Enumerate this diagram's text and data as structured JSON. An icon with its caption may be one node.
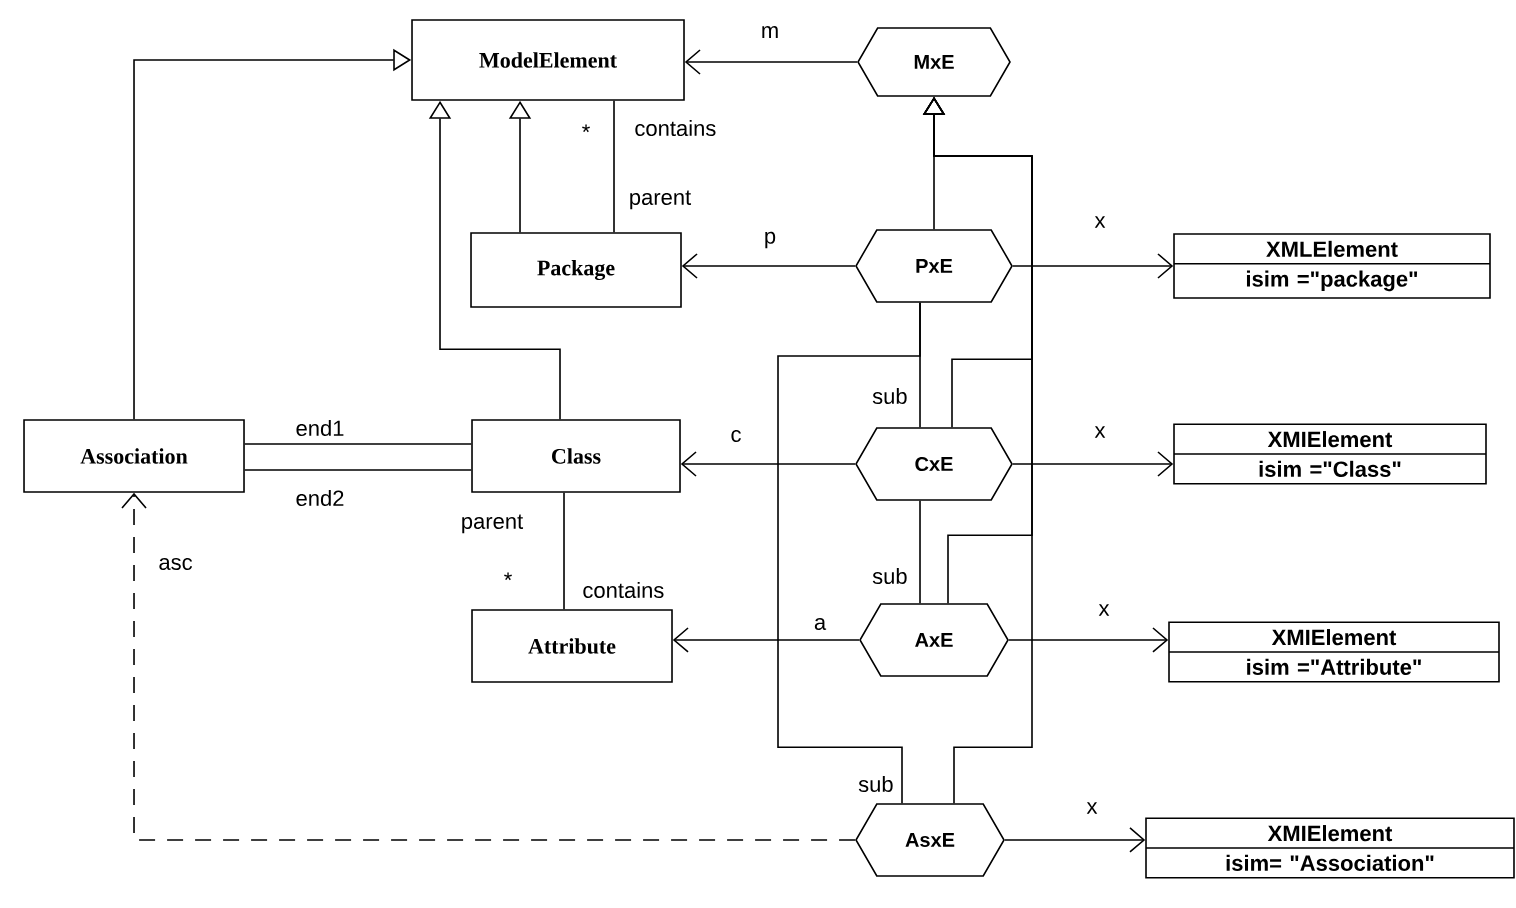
{
  "diagram": {
    "nodes": [
      {
        "text": [
          "ModelElement"
        ]
      },
      {
        "text": [
          "Package"
        ]
      },
      {
        "text": [
          "Association"
        ]
      },
      {
        "text": [
          "Class"
        ]
      },
      {
        "text": [
          "Attribute"
        ]
      },
      {
        "text": [
          "MxE"
        ]
      },
      {
        "text": [
          "PxE"
        ]
      },
      {
        "text": [
          "CxE"
        ]
      },
      {
        "text": [
          "AxE"
        ]
      },
      {
        "text": [
          "AsxE"
        ]
      },
      {
        "text": [
          "XMLElement",
          "isim =\"package\""
        ]
      },
      {
        "text": [
          "XMIElement",
          "isim =\"Class\""
        ]
      },
      {
        "text": [
          "XMIElement",
          "isim =\"Attribute\""
        ]
      },
      {
        "text": [
          "XMIElement",
          "isim= \"Association\""
        ]
      }
    ],
    "edges": [
      {
        "from": 2,
        "to": 0,
        "arrow": "to"
      },
      {
        "from": 1,
        "to": 0,
        "arrow": "to"
      },
      {
        "from": 3,
        "to": 0,
        "arrow": "to"
      },
      {
        "from": 1,
        "to": 0,
        "arrow": "none",
        "label": "contains"
      },
      {
        "from": 2,
        "to": 3,
        "arrow": "none",
        "label": "end1"
      },
      {
        "from": 2,
        "to": 3,
        "arrow": "none",
        "label": "end2"
      },
      {
        "from": 3,
        "to": 4,
        "arrow": "none",
        "label": "contains"
      },
      {
        "from": 5,
        "to": 0,
        "arrow": "to",
        "label": "m"
      },
      {
        "from": 6,
        "to": 1,
        "arrow": "to",
        "label": "p"
      },
      {
        "from": 7,
        "to": 3,
        "arrow": "to",
        "label": "c"
      },
      {
        "from": 8,
        "to": 4,
        "arrow": "to",
        "label": "a"
      },
      {
        "from": 9,
        "to": 2,
        "arrow": "to",
        "label": "asc",
        "style": "dashed"
      },
      {
        "from": 6,
        "to": 10,
        "arrow": "to",
        "label": "x"
      },
      {
        "from": 7,
        "to": 11,
        "arrow": "to",
        "label": "x"
      },
      {
        "from": 8,
        "to": 12,
        "arrow": "to",
        "label": "x"
      },
      {
        "from": 9,
        "to": 13,
        "arrow": "to",
        "label": "x"
      },
      {
        "from": 6,
        "to": 5,
        "arrow": "to"
      },
      {
        "from": 7,
        "to": 5,
        "arrow": "to"
      },
      {
        "from": 8,
        "to": 5,
        "arrow": "to"
      },
      {
        "from": 9,
        "to": 5,
        "arrow": "to"
      },
      {
        "from": 6,
        "to": 7,
        "arrow": "none",
        "label": "sub"
      },
      {
        "from": 7,
        "to": 8,
        "arrow": "none",
        "label": "sub"
      },
      {
        "from": 9,
        "to": 6,
        "arrow": "none",
        "label": "sub"
      }
    ],
    "labels": [
      "*",
      "parent",
      "parent",
      "*"
    ]
  }
}
